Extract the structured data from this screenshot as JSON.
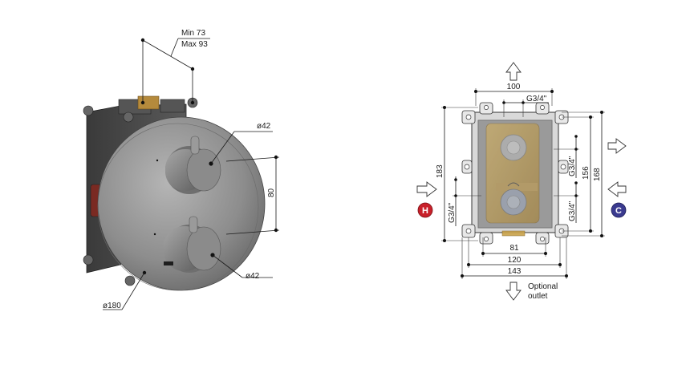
{
  "left_view": {
    "depth_min": "Min 73",
    "depth_max": "Max 93",
    "knob_top_diameter": "ø42",
    "knob_bottom_diameter": "ø42",
    "knob_spacing": "80",
    "plate_diameter": "ø180"
  },
  "right_view": {
    "top_width": "100",
    "top_thread": "G3/4\"",
    "height_outer": "183",
    "height_mid": "168",
    "height_inner": "156",
    "left_thread": "G3/4\"",
    "right_thread_top": "G3/4\"",
    "right_thread_bottom": "G3/4\"",
    "width_81": "81",
    "width_120": "120",
    "width_143": "143",
    "optional_outlet_line1": "Optional",
    "optional_outlet_line2": "outlet",
    "hot_badge": "H",
    "cold_badge": "C"
  },
  "colors": {
    "hot": "#c8202a",
    "cold": "#3a3a8f",
    "plate": "#8e8e8e",
    "box": "#4a4a4a",
    "brass": "#c9a24a"
  }
}
